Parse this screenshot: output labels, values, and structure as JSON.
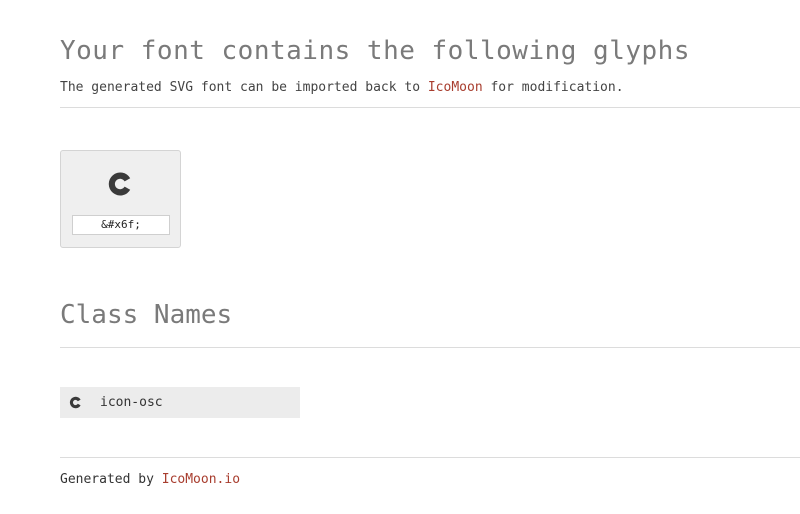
{
  "header": {
    "title": "Your font contains the following glyphs",
    "subtitle_prefix": "The generated SVG font can be imported back to ",
    "subtitle_link": "IcoMoon",
    "subtitle_suffix": " for modification."
  },
  "glyphs": [
    {
      "icon": "osc-c-icon",
      "code": "&#x6f;"
    }
  ],
  "class_section": {
    "title": "Class Names",
    "items": [
      {
        "icon": "osc-c-icon",
        "name": "icon-osc"
      }
    ]
  },
  "footer": {
    "prefix": "Generated by ",
    "link": "IcoMoon.io"
  },
  "colors": {
    "link": "#a83d2e",
    "heading": "#7a7a7a",
    "icon": "#3a3a3a",
    "card_bg": "#efefef",
    "row_bg": "#ececec"
  }
}
